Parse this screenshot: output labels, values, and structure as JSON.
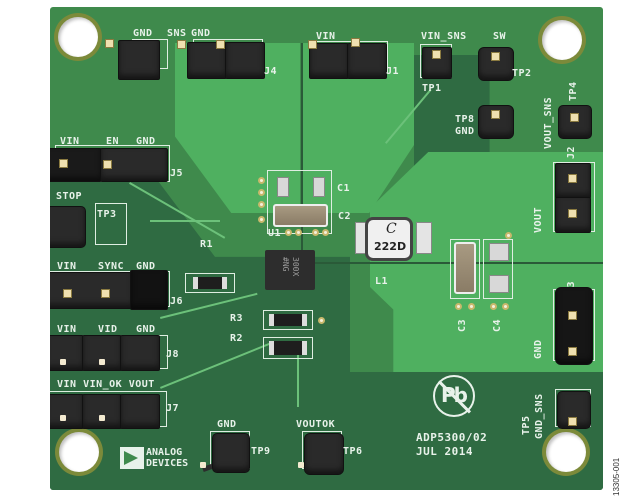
{
  "image": {
    "subject": "Evaluation board PCB photograph",
    "board_colors": {
      "base": "#3f8a4c",
      "dark_plane": "#2f6b42",
      "light_plane": "#4fb060",
      "silkscreen": "#e8f2ea",
      "header_plastic": "#2a2a2a"
    },
    "board_marking": {
      "part": "ADP5300/02",
      "date": "JUL 2014"
    },
    "logo": {
      "line1": "ANALOG",
      "line2": "DEVICES"
    },
    "lead_free_symbol": "Pb",
    "figure_id": "13305-001"
  },
  "headers": {
    "j4": {
      "ref": "J4",
      "labels": [
        "GND",
        "SNS",
        "GND"
      ]
    },
    "j1": {
      "ref": "J1",
      "labels": [
        "VIN"
      ]
    },
    "j5": {
      "ref": "J5",
      "labels": [
        "VIN",
        "EN",
        "GND"
      ]
    },
    "j6": {
      "ref": "J6",
      "labels": [
        "VIN",
        "SYNC",
        "GND"
      ]
    },
    "j8": {
      "ref": "J8",
      "labels": [
        "VIN",
        "VID",
        "GND"
      ]
    },
    "j7": {
      "ref": "J7",
      "labels": [
        "VIN",
        "VIN_OK",
        "VOUT"
      ],
      "label_text": "VIN VIN_OK VOUT"
    },
    "j2": {
      "ref": "J2",
      "labels": [
        "VOUT"
      ]
    },
    "j3": {
      "ref": "J3",
      "labels": [
        "GND"
      ]
    }
  },
  "test_points": {
    "tp1": {
      "ref": "TP1",
      "label": "VIN_SNS"
    },
    "tp2": {
      "ref": "TP2",
      "label": "SW"
    },
    "tp3": {
      "ref": "TP3",
      "label": "STOP"
    },
    "tp4": {
      "ref": "TP4",
      "label": "VOUT_SNS"
    },
    "tp5": {
      "ref": "TP5",
      "label": "GND_SNS"
    },
    "tp6": {
      "ref": "TP6",
      "label": "VOUTOK"
    },
    "tp8": {
      "ref": "TP8",
      "label": "GND"
    },
    "tp9": {
      "ref": "TP9",
      "label": "GND"
    }
  },
  "components": {
    "u1": {
      "ref": "U1",
      "marking_line1": "300X",
      "marking_line2": "#NG"
    },
    "l1": {
      "ref": "L1",
      "marking": "222D",
      "brand_glyph": "C"
    },
    "c1": {
      "ref": "C1"
    },
    "c2": {
      "ref": "C2"
    },
    "c3": {
      "ref": "C3"
    },
    "c4": {
      "ref": "C4"
    },
    "r1": {
      "ref": "R1"
    },
    "r2": {
      "ref": "R2"
    },
    "r3": {
      "ref": "R3"
    }
  }
}
